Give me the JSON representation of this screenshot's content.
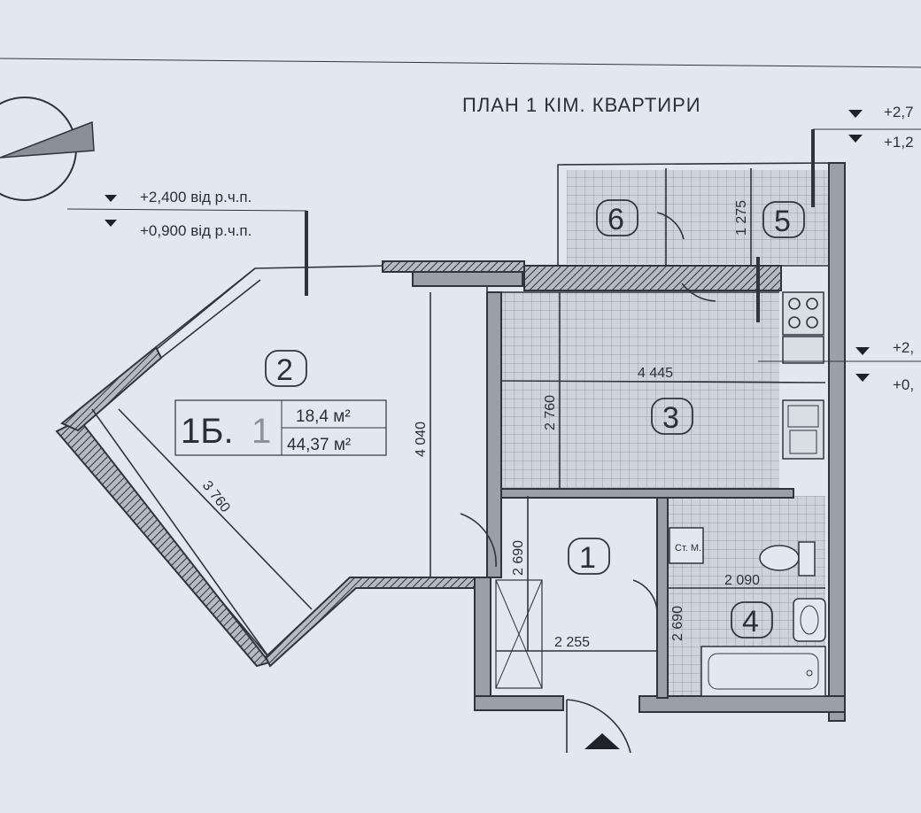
{
  "plan": {
    "title": "ПЛАН 1 КІМ. КВАРТИРИ",
    "apartment": {
      "code": "1Б.",
      "section": "1",
      "living_area": "18,4 м²",
      "total_area": "44,37 м²"
    },
    "rooms": [
      {
        "number": "1"
      },
      {
        "number": "2"
      },
      {
        "number": "3"
      },
      {
        "number": "4"
      },
      {
        "number": "5"
      },
      {
        "number": "6"
      }
    ],
    "dimensions": {
      "room2_diag": "3 760",
      "room2_height": "4 040",
      "room3_width": "4 445",
      "room3_height": "2 760",
      "hall_height": "2 690",
      "hall_width": "2 255",
      "bath_width": "2 090",
      "bath_height": "2 690",
      "loggia_depth": "1 275"
    },
    "bathroom_label": "Ст. М.",
    "levels": {
      "window_left_top": "+2,400 від р.ч.п.",
      "window_left_bottom": "+0,900 від р.ч.п.",
      "window_right_top": "+2,7",
      "window_right_bottom": "+1,2",
      "window_kitchen_top": "+2,",
      "window_kitchen_bottom": "+0,"
    }
  }
}
